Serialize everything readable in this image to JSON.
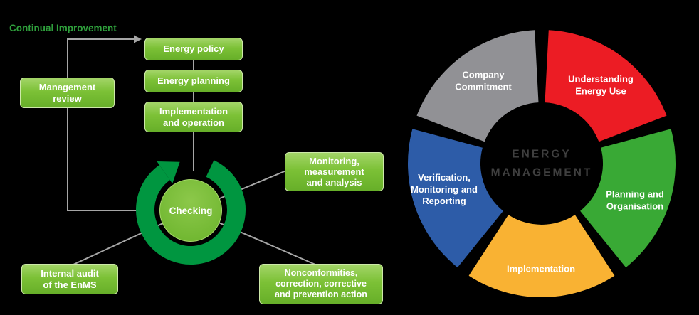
{
  "left_diagram": {
    "continual_improvement": "Continual Improvement",
    "boxes": {
      "management_review": "Management\nreview",
      "energy_policy": "Energy policy",
      "energy_planning": "Energy planning",
      "implementation_operation": "Implementation\nand operation",
      "monitoring": "Monitoring,\nmeasurement\nand analysis",
      "internal_audit": "Internal audit\nof the EnMS",
      "nonconformities": "Nonconformities,\ncorrection, corrective\nand prevention action",
      "checking": "Checking"
    },
    "colors": {
      "box_green": "#7cc136",
      "box_border": "#cde8a9",
      "ring_green": "#009640",
      "circle_green": "#72bb35",
      "line_gray": "#a6a6a6",
      "label_green": "#2fa03c"
    }
  },
  "right_diagram": {
    "center_label": "ENERGY\nMANAGEMENT",
    "center_color": "#3f3f3f",
    "segments": [
      {
        "label": "Company\nCommitment",
        "color": "#919195"
      },
      {
        "label": "Understanding\nEnergy Use",
        "color": "#ec1c24"
      },
      {
        "label": "Planning and\nOrganisation",
        "color": "#39a935"
      },
      {
        "label": "Implementation",
        "color": "#f9b233"
      },
      {
        "label": "Verification,\nMonitoring and\nReporting",
        "color": "#2d5ca8"
      }
    ]
  }
}
